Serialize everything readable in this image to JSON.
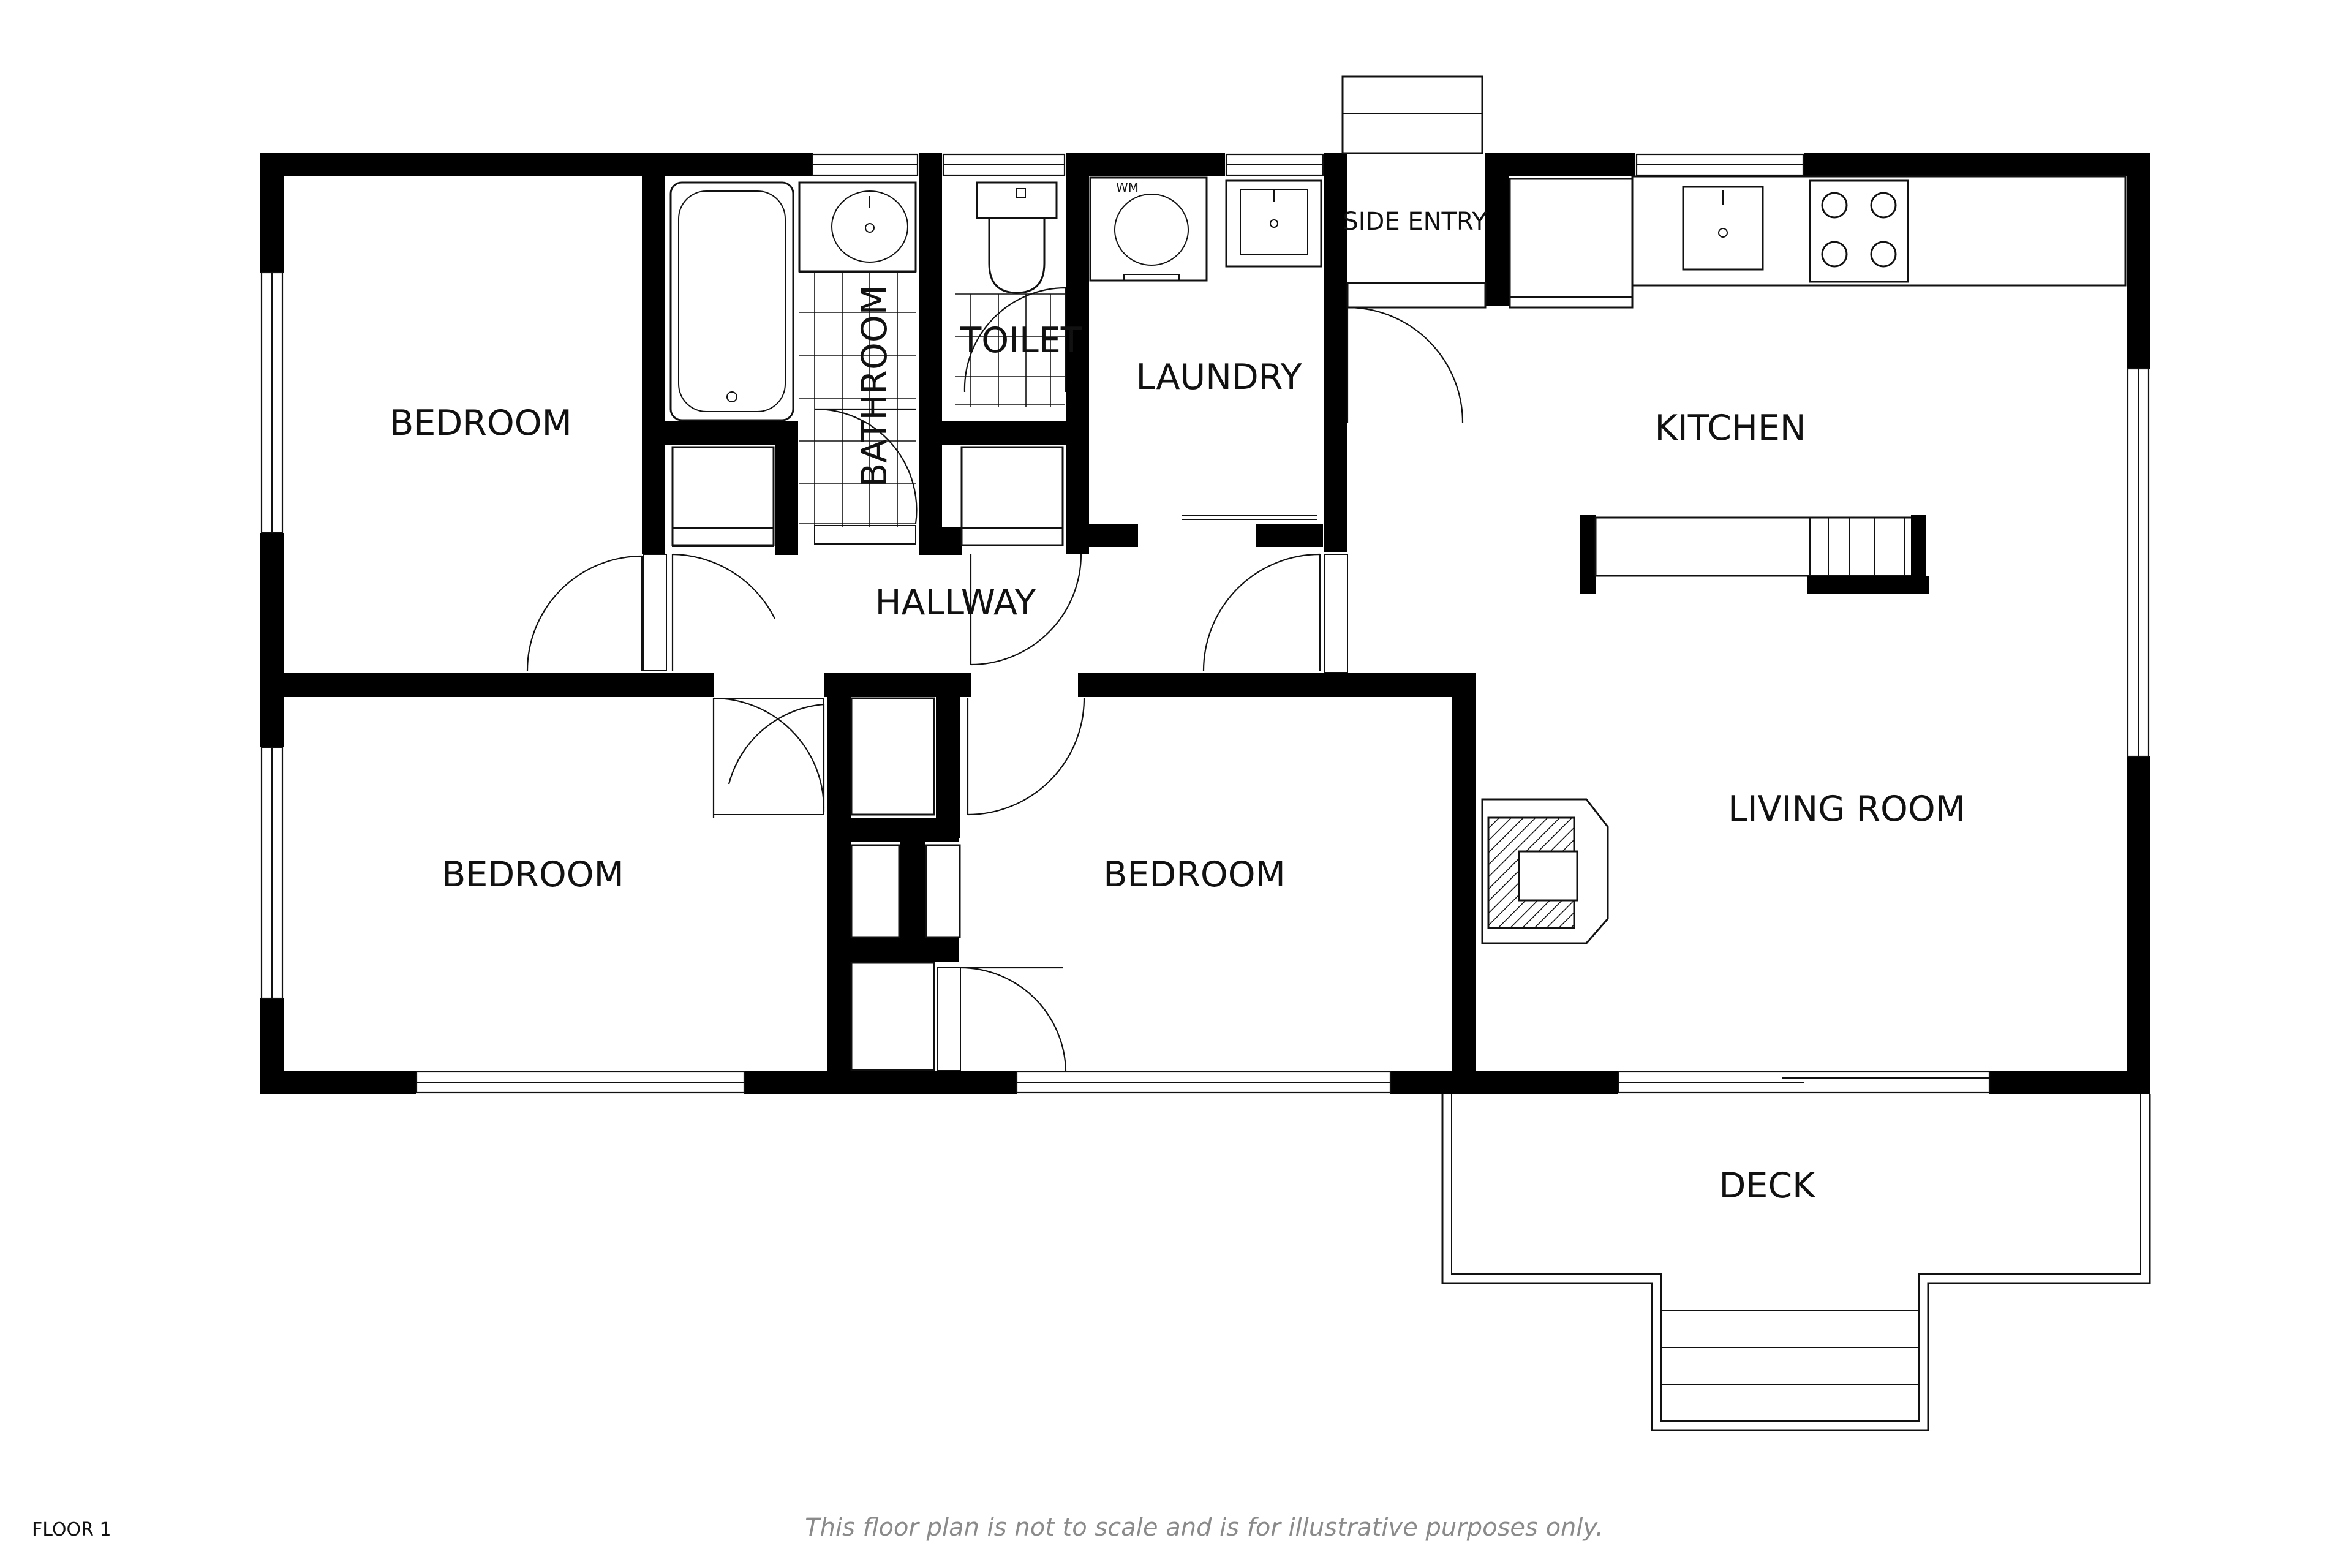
{
  "rooms": {
    "bedroom_1": "BEDROOM",
    "bathroom": "BATHROOM",
    "toilet": "TOILET",
    "laundry": "LAUNDRY",
    "side_entry": "SIDE ENTRY",
    "kitchen": "KITCHEN",
    "hallway": "HALLWAY",
    "bedroom_2": "BEDROOM",
    "bedroom_3": "BEDROOM",
    "living_room": "LIVING ROOM",
    "deck": "DECK"
  },
  "appliances": {
    "washing_machine": "WM"
  },
  "footer": {
    "floor": "FLOOR 1",
    "disclaimer": "This floor plan is not to scale and is for illustrative purposes only."
  },
  "colors": {
    "wall": "#000000",
    "line": "#111111",
    "disclaimer": "#8a8a8a",
    "background": "#ffffff"
  }
}
